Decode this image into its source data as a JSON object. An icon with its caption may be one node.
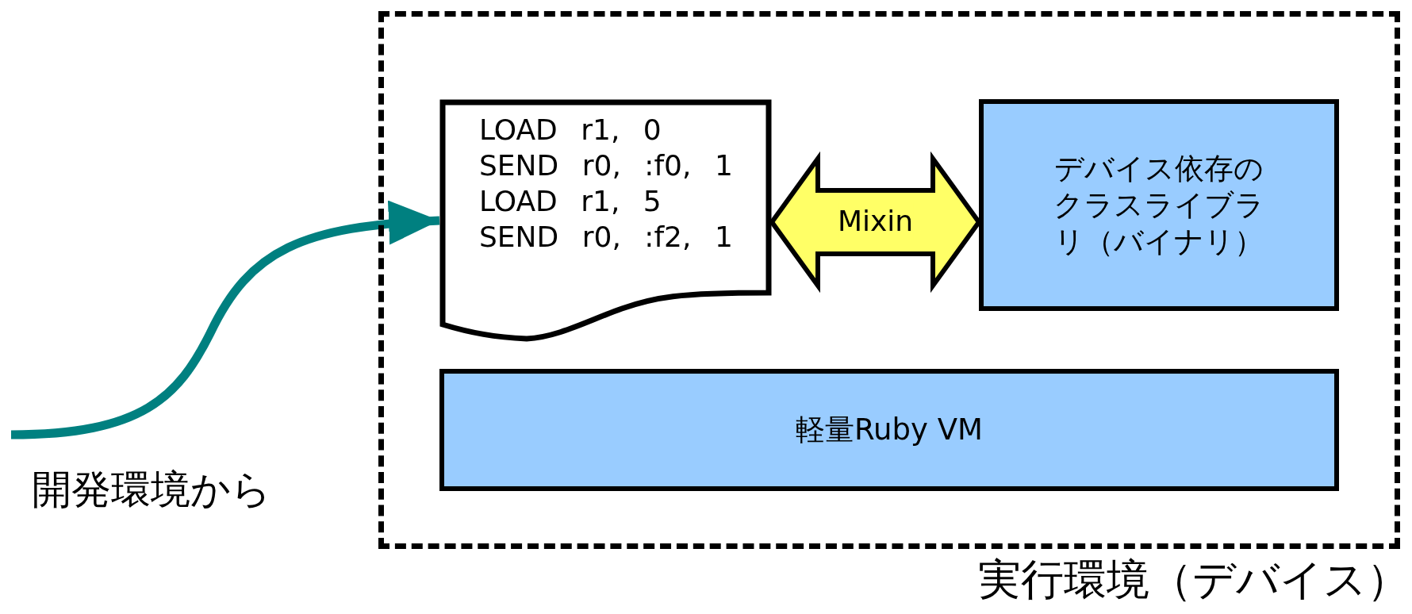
{
  "diagram": {
    "nodes": [
      {
        "text": [
          "実行環境（デバイス）"
        ]
      },
      {
        "text": [
          "LOAD r1, 0",
          "SEND r0, :f0, 1",
          "LOAD r1, 5",
          "SEND r0, :f2, 1"
        ],
        "in": 0
      },
      {
        "text": [
          "デバイス依存のクラスライブラリ（バイナリ）"
        ],
        "in": 0
      },
      {
        "text": [
          "軽量Ruby VM"
        ],
        "in": 0
      },
      {
        "text": [
          "開発環境から"
        ]
      }
    ],
    "edges": [
      {
        "from": 4,
        "to": 1,
        "arrow": "to",
        "color": "#008080"
      },
      {
        "from": 1,
        "to": 2,
        "arrow": "both",
        "label": "Mixin",
        "color": "#ffff66"
      }
    ]
  }
}
